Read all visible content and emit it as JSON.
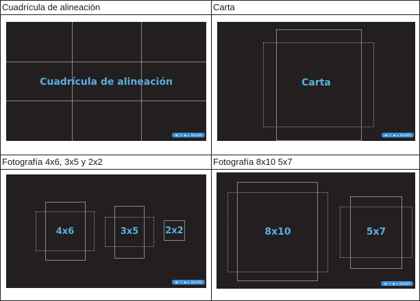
{
  "panels": [
    {
      "caption": "Cuadrícula de alineación",
      "label": "Cuadrícula de alineación"
    },
    {
      "caption": "Carta",
      "label": "Carta"
    },
    {
      "caption": "Fotografía 4x6, 3x5 y 2x2",
      "labels": [
        "4x6",
        "3x5",
        "2x2"
      ]
    },
    {
      "caption": "Fotografía 8x10 5x7",
      "labels": [
        "8x10",
        "5x7"
      ]
    }
  ],
  "osd": {
    "icons": [
      "speaker-icon",
      "brightness-icon",
      "circle-icon",
      "arrow-icon"
    ],
    "glyphs": [
      "◀)",
      "☼",
      "◉",
      "▸"
    ],
    "brand": "QuickFit"
  },
  "colors": {
    "screen": "#231f20",
    "label": "#5aaee0",
    "lines": "#8a8a8a",
    "osd": "#3b8fd6"
  }
}
